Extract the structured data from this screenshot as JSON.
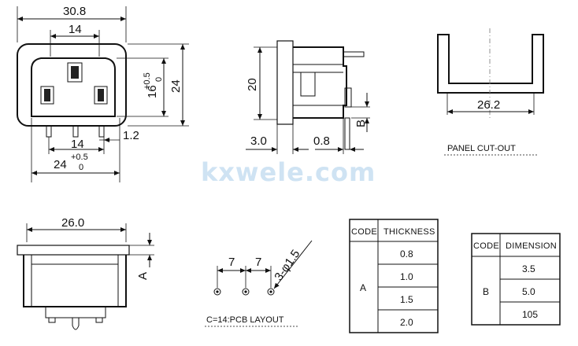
{
  "watermark": "kxwele.com",
  "front_view": {
    "dim_overall_width": "30.8",
    "dim_socket_width": "14",
    "dim_socket_height_main": "16",
    "dim_socket_height_tol_upper": "+0.5",
    "dim_socket_height_tol_lower": "0",
    "dim_overall_height": "24",
    "dim_pin_offset": "1.2",
    "dim_pin_span": "14",
    "dim_base_width_main": "24",
    "dim_base_width_tol_upper": "+0.5",
    "dim_base_width_tol_lower": "0"
  },
  "side_view": {
    "dim_height": "20",
    "dim_flange": "3.0",
    "dim_clip": "0.8",
    "label_b": "B"
  },
  "panel_cutout": {
    "dim_width": "26.2",
    "label": "PANEL CUT-OUT"
  },
  "bottom_view": {
    "dim_width": "26.0",
    "label_a": "A"
  },
  "pcb_layout": {
    "dim_pitch_1": "7",
    "dim_pitch_2": "7",
    "hole_spec": "3-φ1.5",
    "label": "C=14:PCB LAYOUT"
  },
  "thickness_table": {
    "header_code": "CODE",
    "header_value": "THICKNESS",
    "code": "A",
    "values": [
      "0.8",
      "1.0",
      "1.5",
      "2.0"
    ]
  },
  "dimension_table": {
    "header_code": "CODE",
    "header_value": "DIMENSION",
    "code": "B",
    "values": [
      "3.5",
      "5.0",
      "105"
    ]
  }
}
